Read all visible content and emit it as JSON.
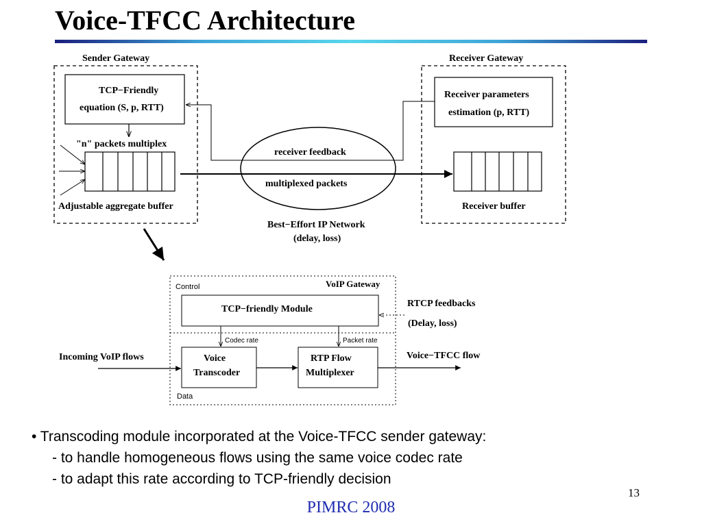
{
  "slide": {
    "title": "Voice-TFCC Architecture",
    "page_number": "13",
    "footer": "PIMRC 2008"
  },
  "top_diagram": {
    "sender_gateway": "Sender Gateway",
    "tcp_friendly_line1": "TCP−Friendly",
    "tcp_friendly_line2": "equation (S, p, RTT)",
    "packets_multiplex": "\"n\" packets multiplex",
    "aggregate_buffer": "Adjustable aggregate buffer",
    "receiver_gateway": "Receiver Gateway",
    "receiver_params_line1": "Receiver parameters",
    "receiver_params_line2": "estimation (p, RTT)",
    "receiver_buffer": "Receiver buffer",
    "receiver_feedback": "receiver feedback",
    "multiplexed_packets": "multiplexed packets",
    "network_line1": "Best−Effort  IP Network",
    "network_line2": "(delay, loss)"
  },
  "bottom_diagram": {
    "control": "Control",
    "voip_gateway": "VoIP Gateway",
    "tcp_module": "TCP−friendly Module",
    "rtcp_feedbacks": "RTCP feedbacks",
    "delay_loss": "(Delay, loss)",
    "codec_rate": "Codec rate",
    "packet_rate": "Packet rate",
    "incoming_flows": "Incoming VoIP flows",
    "voice_transcoder_line1": "Voice",
    "voice_transcoder_line2": "Transcoder",
    "rtp_line1": "RTP Flow",
    "rtp_line2": "Multiplexer",
    "output_flow": "Voice−TFCC flow",
    "data": "Data"
  },
  "bullets": {
    "main": "• Transcoding module incorporated at the Voice-TFCC sender gateway:",
    "sub1": "- to handle homogeneous flows using the same voice codec rate",
    "sub2": "- to adapt this rate according to TCP-friendly decision"
  }
}
